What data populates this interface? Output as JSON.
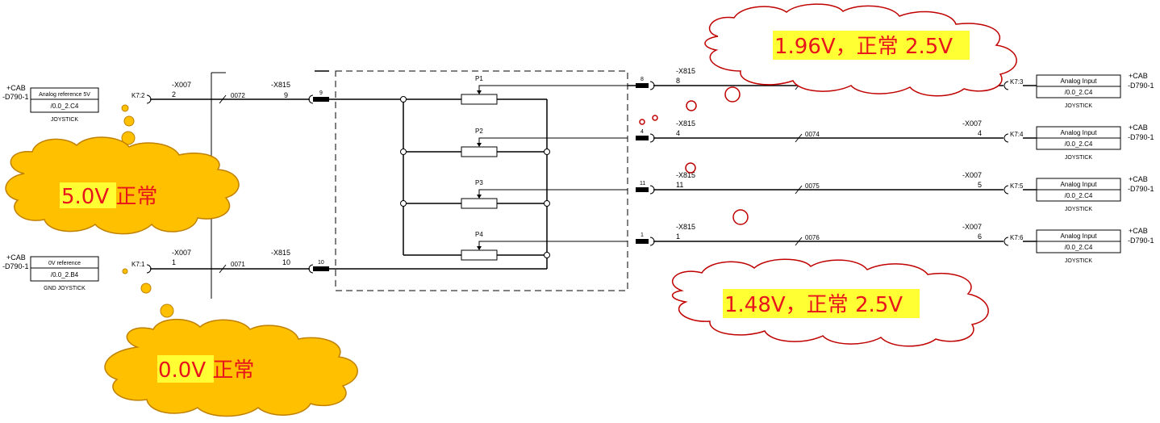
{
  "left": {
    "top": {
      "cab": "+CAB",
      "device": "-D790-1",
      "box_title": "Analog reference 5V",
      "box_ref": "/0.0_2.C4",
      "box_sub": "JOYSTICK",
      "pin": "K7:2",
      "conn_name": "-X007",
      "conn_pin": "2",
      "wire": "0072",
      "conn2_name": "-X815",
      "conn2_pin": "9",
      "term": "9"
    },
    "bottom": {
      "cab": "+CAB",
      "device": "-D790-1",
      "box_title": "0V reference",
      "box_ref": "/0.0_2.B4",
      "box_sub": "GND JOYSTICK",
      "pin": "K7:1",
      "conn_name": "-X007",
      "conn_pin": "1",
      "wire": "0071",
      "conn2_name": "-X815",
      "conn2_pin": "10",
      "term": "10"
    }
  },
  "pots": [
    "P1",
    "P2",
    "P3",
    "P4"
  ],
  "right": [
    {
      "term": "8",
      "conn_name": "-X815",
      "conn_pin": "8",
      "wire": "",
      "conn2_name": "",
      "conn2_pin": "",
      "pin": "K7:3",
      "box_title": "Analog Input",
      "box_ref": "/0.0_2.C4",
      "box_sub": "JOYSTICK",
      "cab": "+CAB",
      "device": "-D790-1"
    },
    {
      "term": "4",
      "conn_name": "-X815",
      "conn_pin": "4",
      "wire": "0074",
      "conn2_name": "-X007",
      "conn2_pin": "4",
      "pin": "K7:4",
      "box_title": "Analog Input",
      "box_ref": "/0.0_2.C4",
      "box_sub": "JOYSTICK",
      "cab": "+CAB",
      "device": "-D790-1"
    },
    {
      "term": "11",
      "conn_name": "-X815",
      "conn_pin": "11",
      "wire": "0075",
      "conn2_name": "-X007",
      "conn2_pin": "5",
      "pin": "K7:5",
      "box_title": "Analog Input",
      "box_ref": "/0.0_2.C4",
      "box_sub": "JOYSTICK",
      "cab": "+CAB",
      "device": "-D790-1"
    },
    {
      "term": "1",
      "conn_name": "-X815",
      "conn_pin": "1",
      "wire": "0076",
      "conn2_name": "-X007",
      "conn2_pin": "6",
      "pin": "K7:6",
      "box_title": "Analog Input",
      "box_ref": "/0.0_2.C4",
      "box_sub": "JOYSTICK",
      "cab": "+CAB",
      "device": "-D790-1"
    }
  ],
  "callouts": {
    "five_v": {
      "value": "5.0V",
      "note": " 正常"
    },
    "zero_v": {
      "value": "0.0V",
      "note": " 正常"
    },
    "v196": {
      "value": "1.96V，正常 2.5V"
    },
    "v148": {
      "value": "1.48V，正常 2.5V"
    }
  },
  "colors": {
    "cloud_yellow": "#ffc000",
    "cloud_outline_red": "#c00000",
    "text_red": "#e8141c",
    "highlight_yellow": "#ffff33"
  }
}
